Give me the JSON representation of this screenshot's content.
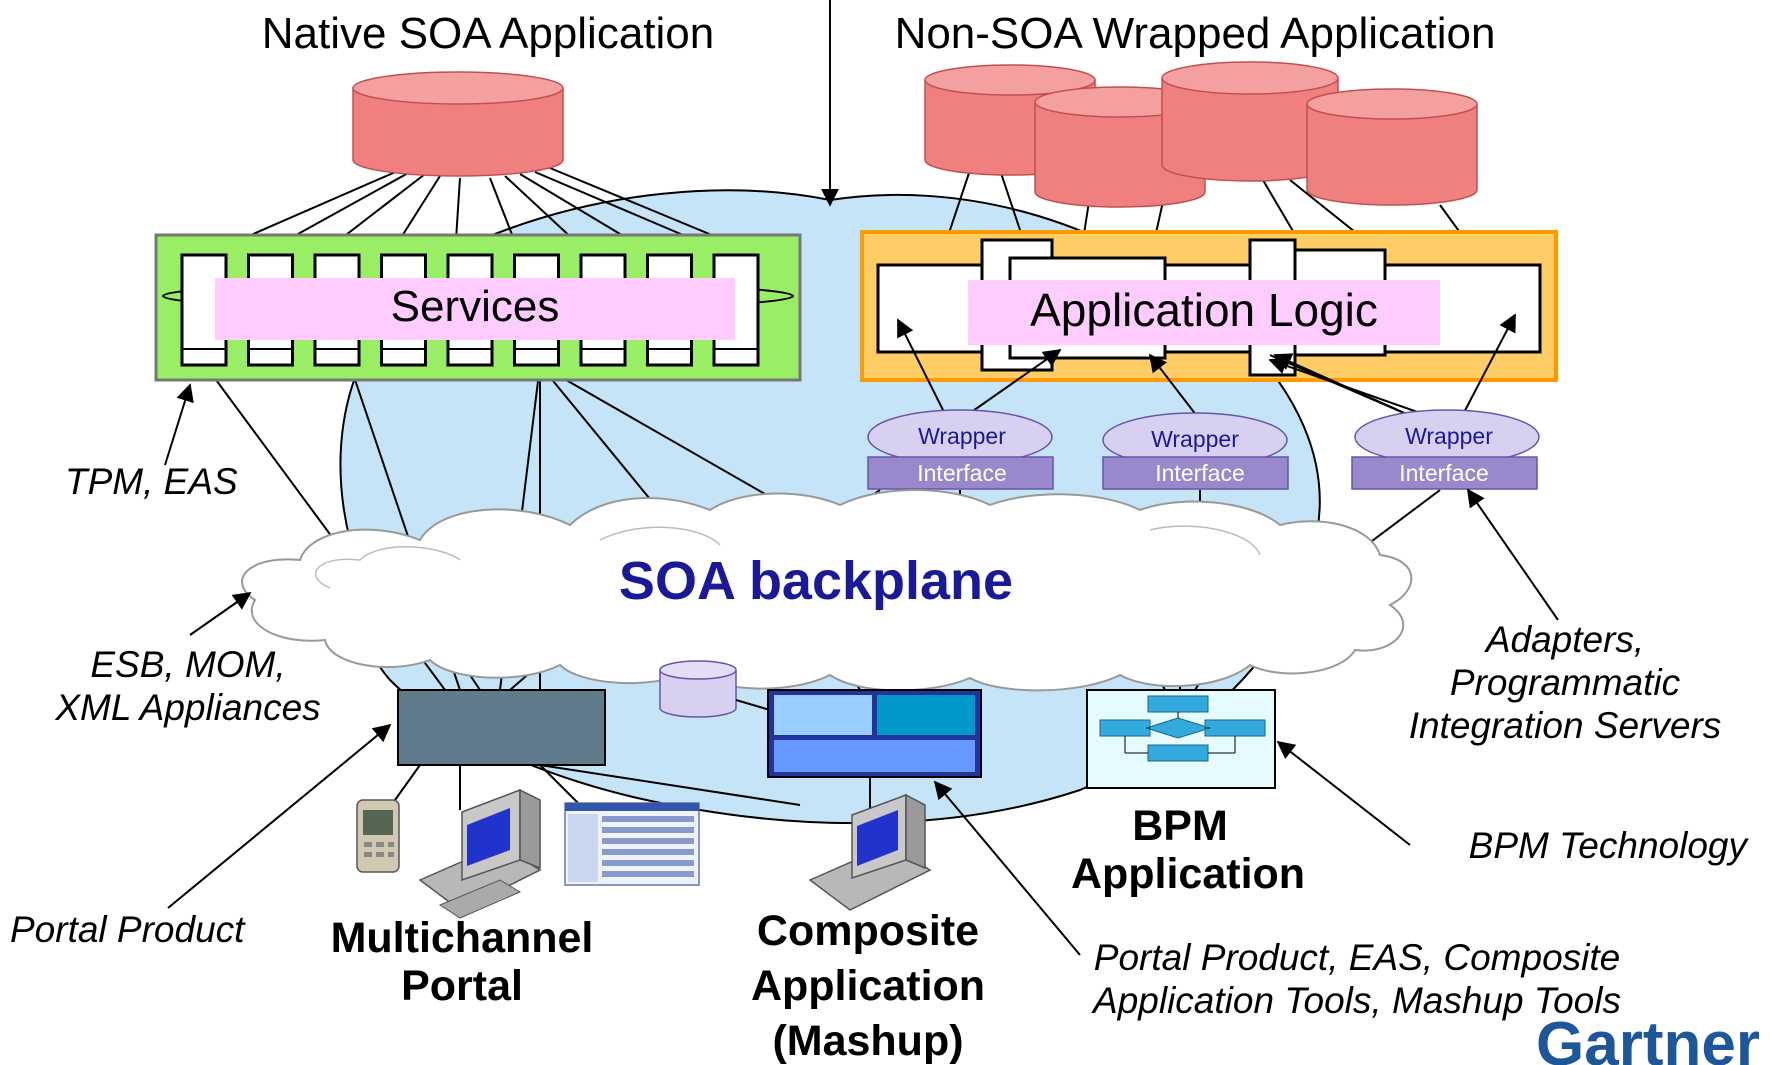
{
  "headings": {
    "native": "Native SOA Application",
    "non_soa": "Non-SOA Wrapped Application"
  },
  "boxes": {
    "services": "Services",
    "app_logic": "Application Logic"
  },
  "wrappers": [
    {
      "wrapper": "Wrapper",
      "interface": "Interface"
    },
    {
      "wrapper": "Wrapper",
      "interface": "Interface"
    },
    {
      "wrapper": "Wrapper",
      "interface": "Interface"
    }
  ],
  "backplane": "SOA backplane",
  "annotations": {
    "tpm_eas": "TPM, EAS",
    "esb_line1": "ESB, MOM,",
    "esb_line2": "XML Appliances",
    "adapters_line1": "Adapters,",
    "adapters_line2": "Programmatic",
    "adapters_line3": "Integration Servers",
    "bpm_tech": "BPM Technology",
    "portal_product": "Portal Product",
    "composite_tools_line1": "Portal Product, EAS, Composite",
    "composite_tools_line2": "Application Tools, Mashup Tools"
  },
  "labels": {
    "multichannel_line1": "Multichannel",
    "multichannel_line2": "Portal",
    "composite_line1": "Composite",
    "composite_line2": "Application",
    "composite_line3": "(Mashup)",
    "bpm_line1": "BPM",
    "bpm_line2": "Application"
  },
  "logo": "Gartner",
  "colors": {
    "cylinder_fill": "#f08080",
    "cylinder_top": "#f4a0a0",
    "services_bg": "#99ee66",
    "app_logic_bg": "#ffcc66",
    "app_logic_border": "#ff9900",
    "label_pink": "#ffccff",
    "bubble": "#c6e4f7",
    "backplane_text": "#1a1a99",
    "wrapper_fill": "#d8d0f0",
    "interface_fill": "#9988cc",
    "portal_box": "#607b8c",
    "logo": "#1e5799"
  }
}
